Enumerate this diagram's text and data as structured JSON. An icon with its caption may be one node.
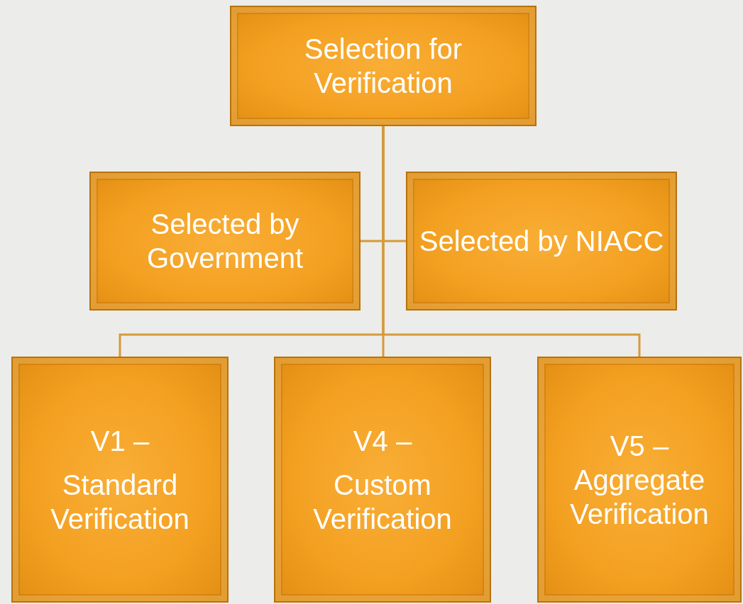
{
  "diagram": {
    "nodes": [
      {
        "text": [
          "Selection for Verification"
        ]
      },
      {
        "text": [
          "Selected by Government"
        ]
      },
      {
        "text": [
          "Selected by NIACC"
        ]
      },
      {
        "text": [
          "V1 –",
          "Standard Verification"
        ]
      },
      {
        "text": [
          "V4 –",
          "Custom Verification"
        ]
      },
      {
        "text": [
          "V5 –",
          "Aggregate Verification"
        ]
      }
    ],
    "edges": [
      {
        "from": 0,
        "to": 1,
        "arrow": "none"
      },
      {
        "from": 0,
        "to": 2,
        "arrow": "none"
      },
      {
        "from": 0,
        "to": 3,
        "arrow": "none"
      },
      {
        "from": 0,
        "to": 4,
        "arrow": "none"
      },
      {
        "from": 0,
        "to": 5,
        "arrow": "none"
      }
    ]
  }
}
